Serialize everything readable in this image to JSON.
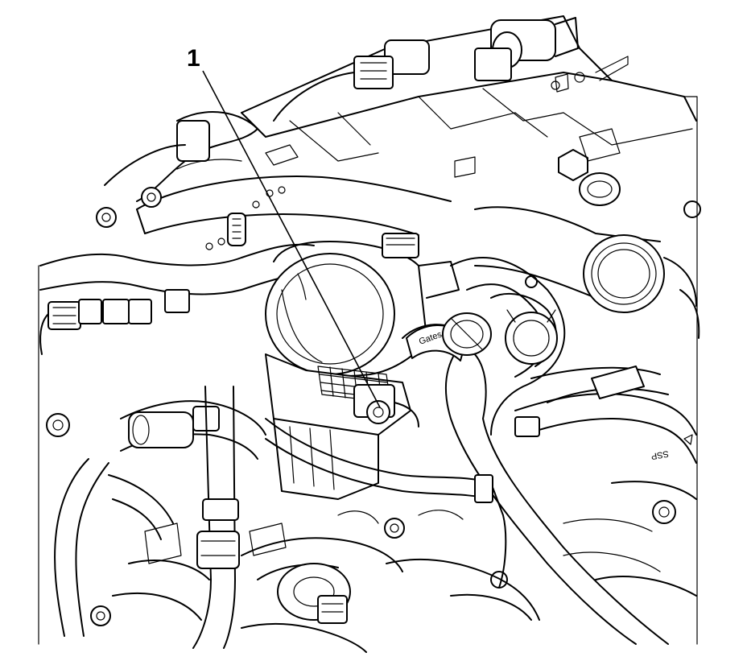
{
  "figure": {
    "callout_number": "1",
    "hose_marking_left": "Gates",
    "hose_marking_right": "SSP"
  }
}
